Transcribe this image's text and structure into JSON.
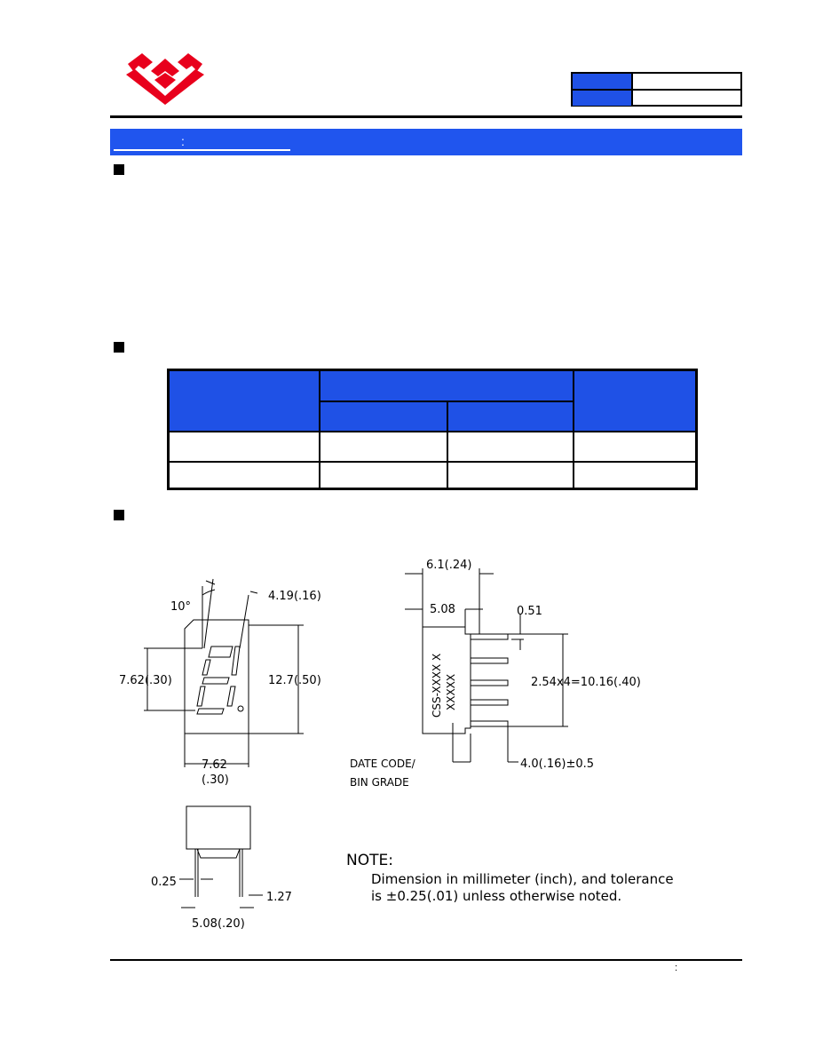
{
  "colors": {
    "brand_red": "#e8001c",
    "header_blue": "#1f51e6"
  },
  "logo": {
    "icon": "company-logo-icon"
  },
  "header_table": {
    "rows": [
      {
        "key": "",
        "value": ""
      },
      {
        "key": "",
        "value": ""
      }
    ]
  },
  "title_bar": {
    "text": ":"
  },
  "sections": [
    {
      "heading": ""
    },
    {
      "heading": ""
    },
    {
      "heading": ""
    }
  ],
  "spec_table": {
    "header": {
      "col1": "",
      "group": "",
      "sub1": "",
      "sub2": "",
      "col4": ""
    },
    "rows": [
      [
        "",
        "",
        "",
        ""
      ],
      [
        "",
        "",
        "",
        ""
      ]
    ]
  },
  "drawing": {
    "front": {
      "angle": "10°",
      "seg_offset": "4.19(.16)",
      "digit_height": "7.62(.30)",
      "body_height": "12.7(.50)",
      "width": "7.62",
      "width_in": "(.30)"
    },
    "side": {
      "depth": "6.1(.24)",
      "body_depth": "5.08",
      "pin_thick": "0.51",
      "pitch": "2.54x4=10.16(.40)",
      "marking": "CSS-XXXX X",
      "marking2": "XXXXX",
      "date_code": "DATE CODE/",
      "bin_grade": "BIN GRADE",
      "pin_length": "4.0(.16)±0.5"
    },
    "bottom": {
      "pin_width": "0.25",
      "pin_space": "1.27",
      "pin_span": "5.08(.20)"
    },
    "note": {
      "title": "NOTE:",
      "line1": "Dimension in millimeter (inch), and tolerance",
      "line2": "is ±0.25(.01) unless otherwise noted."
    }
  },
  "footer": {
    "text": ":"
  }
}
